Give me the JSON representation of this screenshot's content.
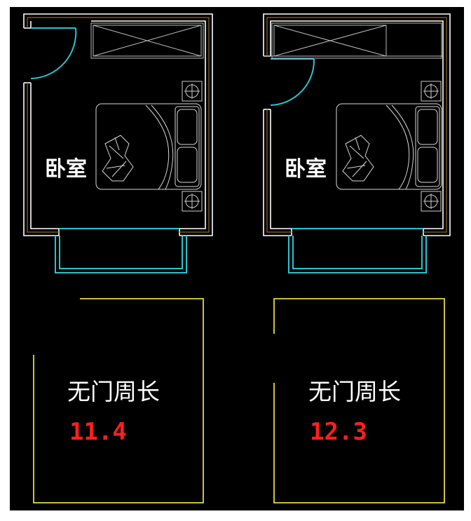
{
  "colors": {
    "background": "#000000",
    "wall": "#ffffff",
    "wall_inner": "#8a6a2a",
    "door_window": "#29c4d0",
    "boundary": "#e6d93a",
    "value_text": "#ff1f1f"
  },
  "plans": [
    {
      "room_label": "卧室",
      "caption": "无门周长",
      "perimeter_value": "11.4"
    },
    {
      "room_label": "卧室",
      "caption": "无门周长",
      "perimeter_value": "12.3"
    }
  ]
}
